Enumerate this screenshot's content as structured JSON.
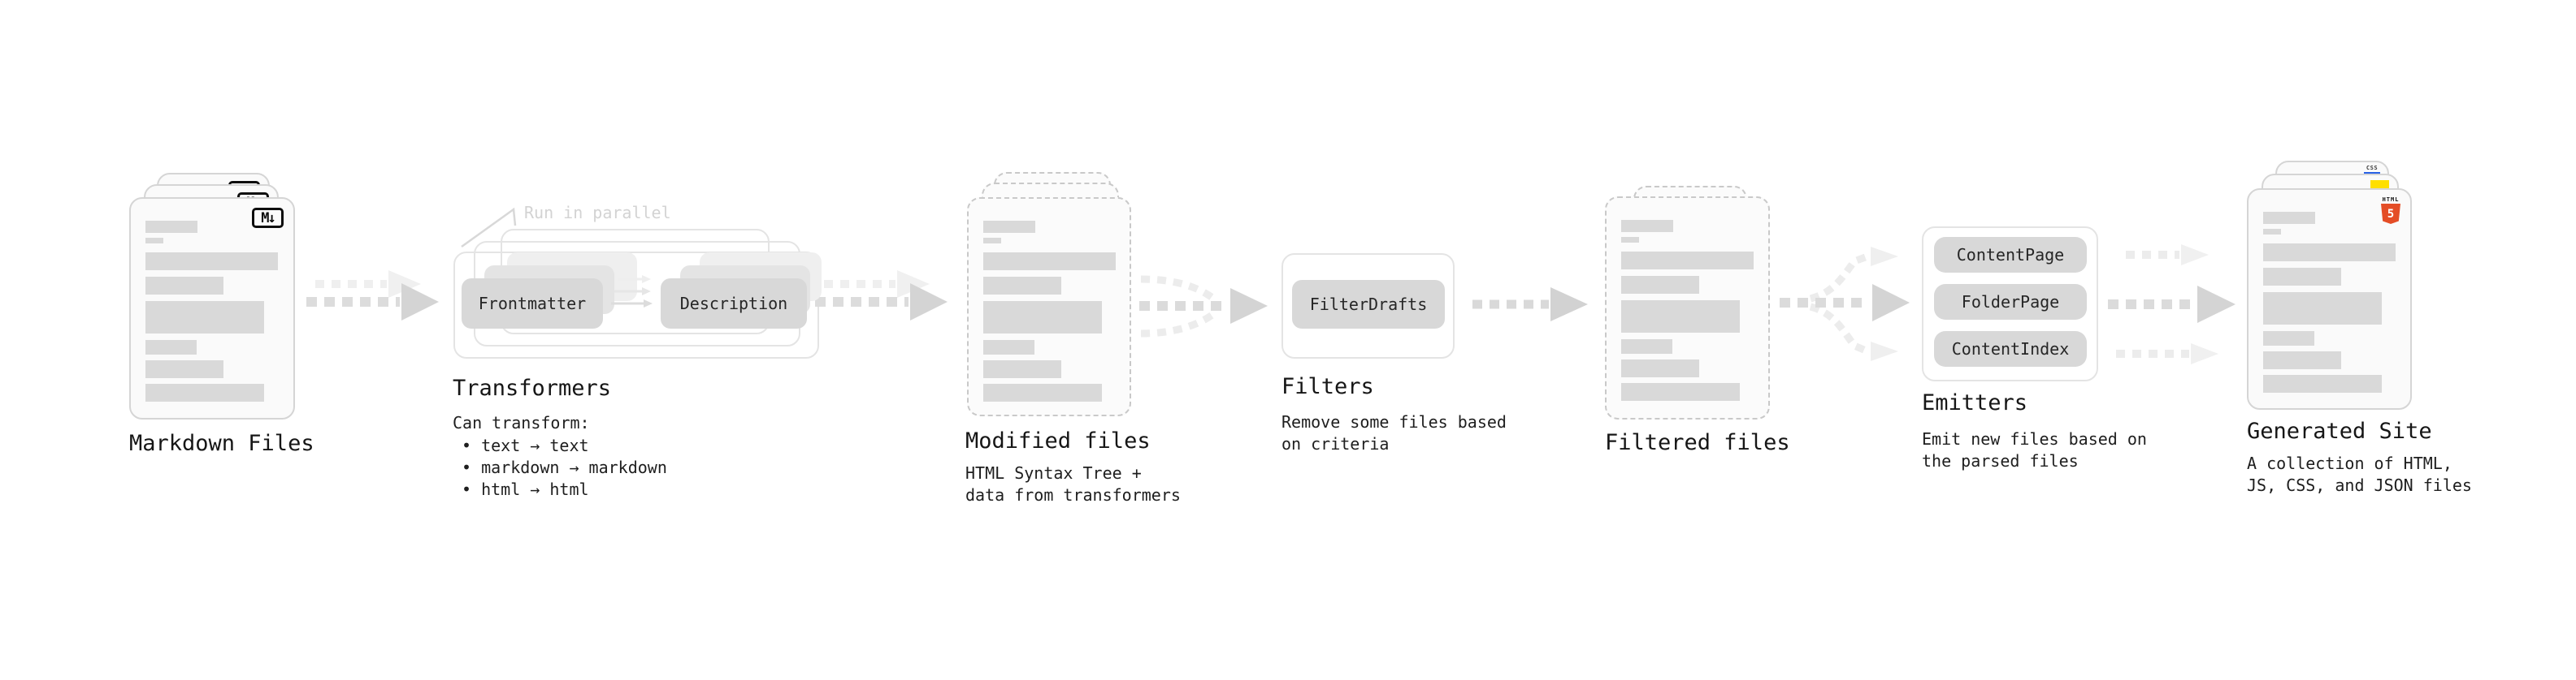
{
  "pipeline": {
    "markdown_files": {
      "title": "Markdown Files",
      "badge": "M↓"
    },
    "transformers": {
      "title": "Transformers",
      "note": "Run in parallel",
      "box_frontmatter": "Frontmatter",
      "box_description": "Description",
      "desc_heading": "Can transform:",
      "bullets": [
        "• text → text",
        "• markdown → markdown",
        "• html → html"
      ]
    },
    "modified_files": {
      "title": "Modified files",
      "desc": [
        "HTML Syntax Tree +",
        "data from transformers"
      ]
    },
    "filters": {
      "title": "Filters",
      "box_filterdrafts": "FilterDrafts",
      "desc": [
        "Remove some files based",
        "on criteria"
      ]
    },
    "filtered_files": {
      "title": "Filtered files"
    },
    "emitters": {
      "title": "Emitters",
      "boxes": [
        "ContentPage",
        "FolderPage",
        "ContentIndex"
      ],
      "desc": [
        "Emit new files based on",
        "the parsed files"
      ]
    },
    "generated_site": {
      "title": "Generated Site",
      "desc": [
        "A collection of HTML,",
        "JS, CSS, and JSON files"
      ],
      "badge_css": "CSS",
      "badge_html_label": "HTML",
      "badge_html_number": "5"
    },
    "colors": {
      "html5_orange": "#e44d26",
      "js_yellow": "#ffdf00",
      "css_blue": "#2760e5",
      "placeholder_gray": "#d9d9d9",
      "box_gray": "#d8d8d8",
      "arrow_gray": "#d4d4d4"
    }
  }
}
